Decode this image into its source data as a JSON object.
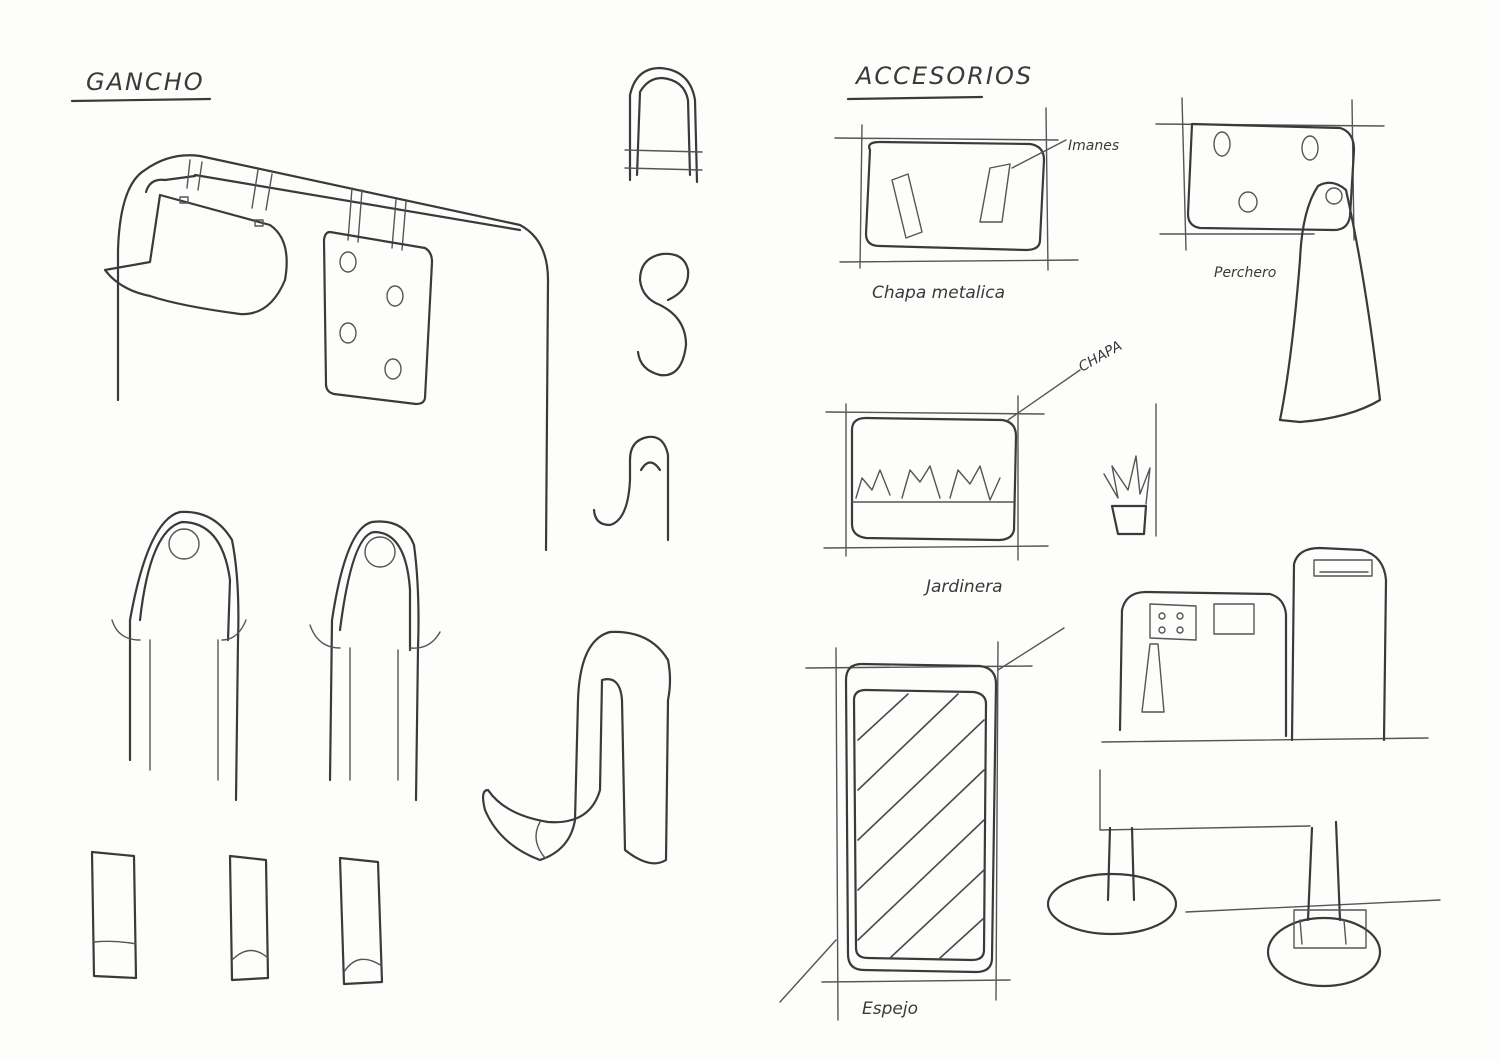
{
  "sections": {
    "left_title": "GANCHO",
    "right_title": "ACCESORIOS"
  },
  "labels": {
    "imanes": "Imanes",
    "chapa_metalica": "Chapa metalica",
    "perchero": "Perchero",
    "chapa": "CHAPA",
    "jardinera": "Jardinera",
    "espejo": "Espejo"
  },
  "colors": {
    "paper": "#fdfdfc",
    "pencil": "#3a3a3a"
  }
}
